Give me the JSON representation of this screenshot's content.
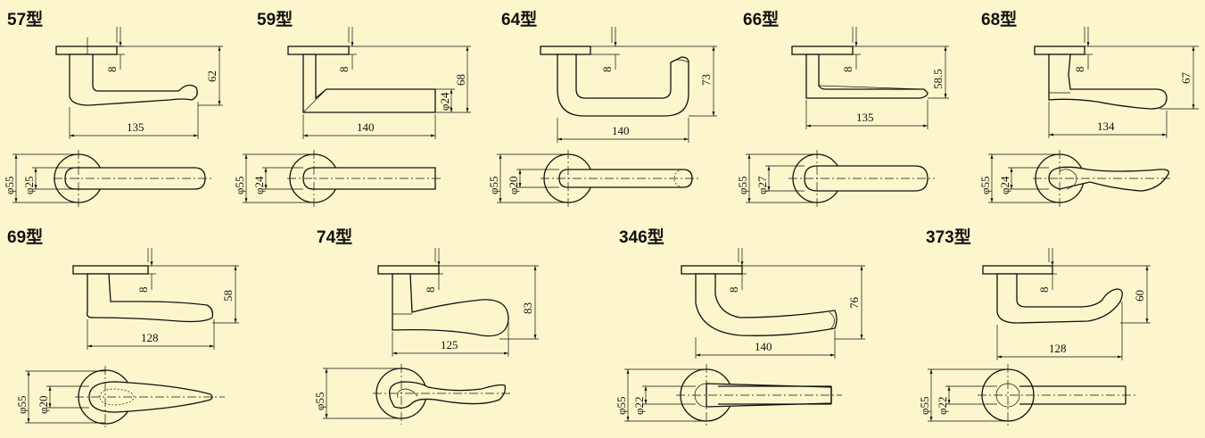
{
  "models": [
    {
      "title": "57型",
      "dim_rose": "8",
      "dim_height": "62",
      "dim_width": "135",
      "dim_dia_rose": "φ55",
      "dim_dia_lever": "φ25"
    },
    {
      "title": "59型",
      "dim_rose": "8",
      "dim_height": "68",
      "dim_width": "140",
      "dim_extra": "φ24",
      "dim_dia_rose": "φ55",
      "dim_dia_lever": "φ24"
    },
    {
      "title": "64型",
      "dim_rose": "8",
      "dim_height": "73",
      "dim_width": "140",
      "dim_dia_rose": "φ55",
      "dim_dia_lever": "φ20"
    },
    {
      "title": "66型",
      "dim_rose": "8",
      "dim_height": "58.5",
      "dim_width": "135",
      "dim_dia_rose": "φ55",
      "dim_dia_lever": "φ27"
    },
    {
      "title": "68型",
      "dim_rose": "8",
      "dim_height": "67",
      "dim_width": "134",
      "dim_dia_rose": "φ55",
      "dim_dia_lever": "φ24"
    },
    {
      "title": "69型",
      "dim_rose": "8",
      "dim_height": "58",
      "dim_width": "128",
      "dim_dia_rose": "φ55",
      "dim_dia_lever": "φ20"
    },
    {
      "title": "74型",
      "dim_rose": "8",
      "dim_height": "83",
      "dim_width": "125",
      "dim_dia_rose": "φ55"
    },
    {
      "title": "346型",
      "dim_rose": "8",
      "dim_height": "76",
      "dim_width": "140",
      "dim_dia_rose": "φ55",
      "dim_dia_lever": "φ22"
    },
    {
      "title": "373型",
      "dim_rose": "8",
      "dim_height": "60",
      "dim_width": "128",
      "dim_dia_rose": "φ55",
      "dim_dia_lever": "φ22"
    }
  ],
  "colors": {
    "background": "#FCF6CC",
    "ink": "#111111"
  }
}
